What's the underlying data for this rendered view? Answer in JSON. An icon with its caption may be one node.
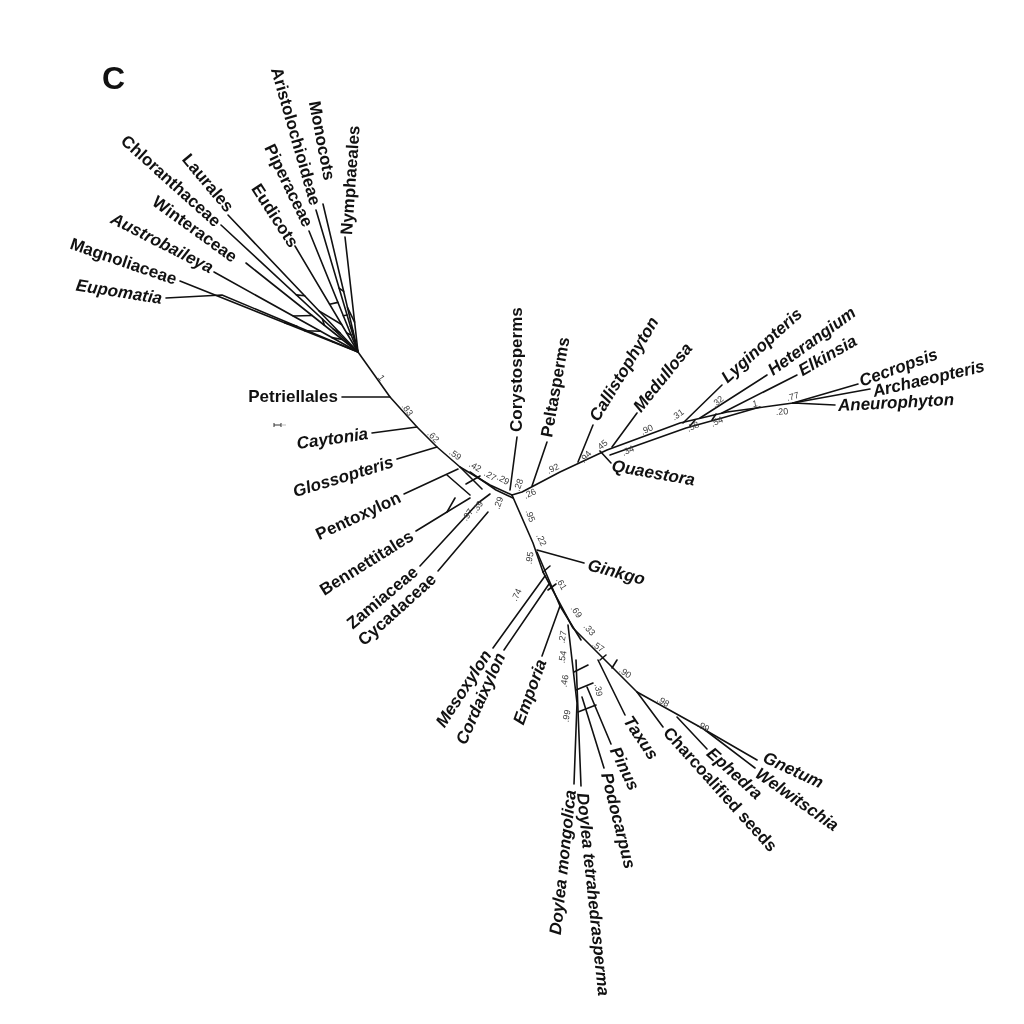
{
  "diagram": {
    "title": "C",
    "labels": [
      "Aristolochioideae",
      "Monocots",
      "Chloranthaceae",
      "Nymphaeales",
      "Laurales",
      "Piperaceae",
      "Eudicots",
      "Winteraceae",
      "Austrobaileya",
      "Magnoliaceae",
      "Eupomatia",
      "Heterangium",
      "Lyginopteris",
      "Elkinsia",
      "Callistophyton",
      "Corystosperms",
      "Peltasperms",
      "Cecropsis",
      "Medullosa",
      "Archaeopteris",
      "1",
      "Petriellales",
      ".77",
      ".32",
      "Aneurophyton",
      "1",
      ".83",
      ".20",
      ".31",
      ".54",
      ".58",
      ".90",
      ".62",
      "Caytonia",
      ".45",
      ".34",
      ".59",
      ".94",
      ".42",
      ".92",
      "Quaestora",
      ".27",
      "Glossopteris",
      ".29",
      ".28",
      ".26",
      "Pentoxylon",
      ".29",
      ".39",
      ".97",
      ".95",
      "Bennettitales",
      ".22",
      ".95",
      "Ginkgo",
      "Zamiaceae",
      "Cycadaceae",
      ".61",
      ".74",
      ".69",
      ".33",
      ".27",
      ".57",
      ".54",
      "Mesoxylon",
      ".90",
      ".46",
      "Emporia",
      ".39",
      ".98",
      "Cordaixylon",
      ".99",
      ".99",
      "Taxus",
      "Gnetum",
      "Pinus",
      "Charcoalified seeds",
      "Ephedra",
      "Welwitschia",
      "Podocarpus",
      "Doylea mongolica",
      "Doylea tetrahedrasperma"
    ]
  }
}
